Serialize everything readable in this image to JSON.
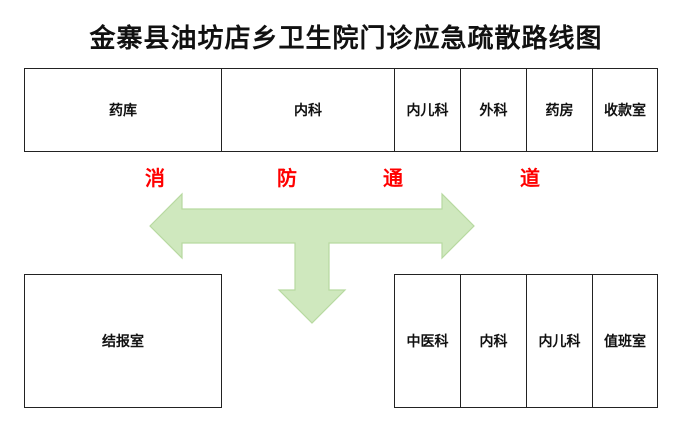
{
  "title": "金寨县油坊店乡卫生院门诊应急疏散路线图",
  "top_rooms": [
    "药库",
    "内科",
    "内儿科",
    "外科",
    "药房",
    "收款室"
  ],
  "bottom_rooms": [
    "结报室",
    "中医科",
    "内科",
    "内儿科",
    "值班室"
  ],
  "passage_label": [
    "消",
    "防",
    "通",
    "道"
  ],
  "colors": {
    "arrow_fill": "#cfe8be",
    "arrow_stroke": "#b7d9a0",
    "passage_text": "#ff0000",
    "wall": "#222222"
  }
}
